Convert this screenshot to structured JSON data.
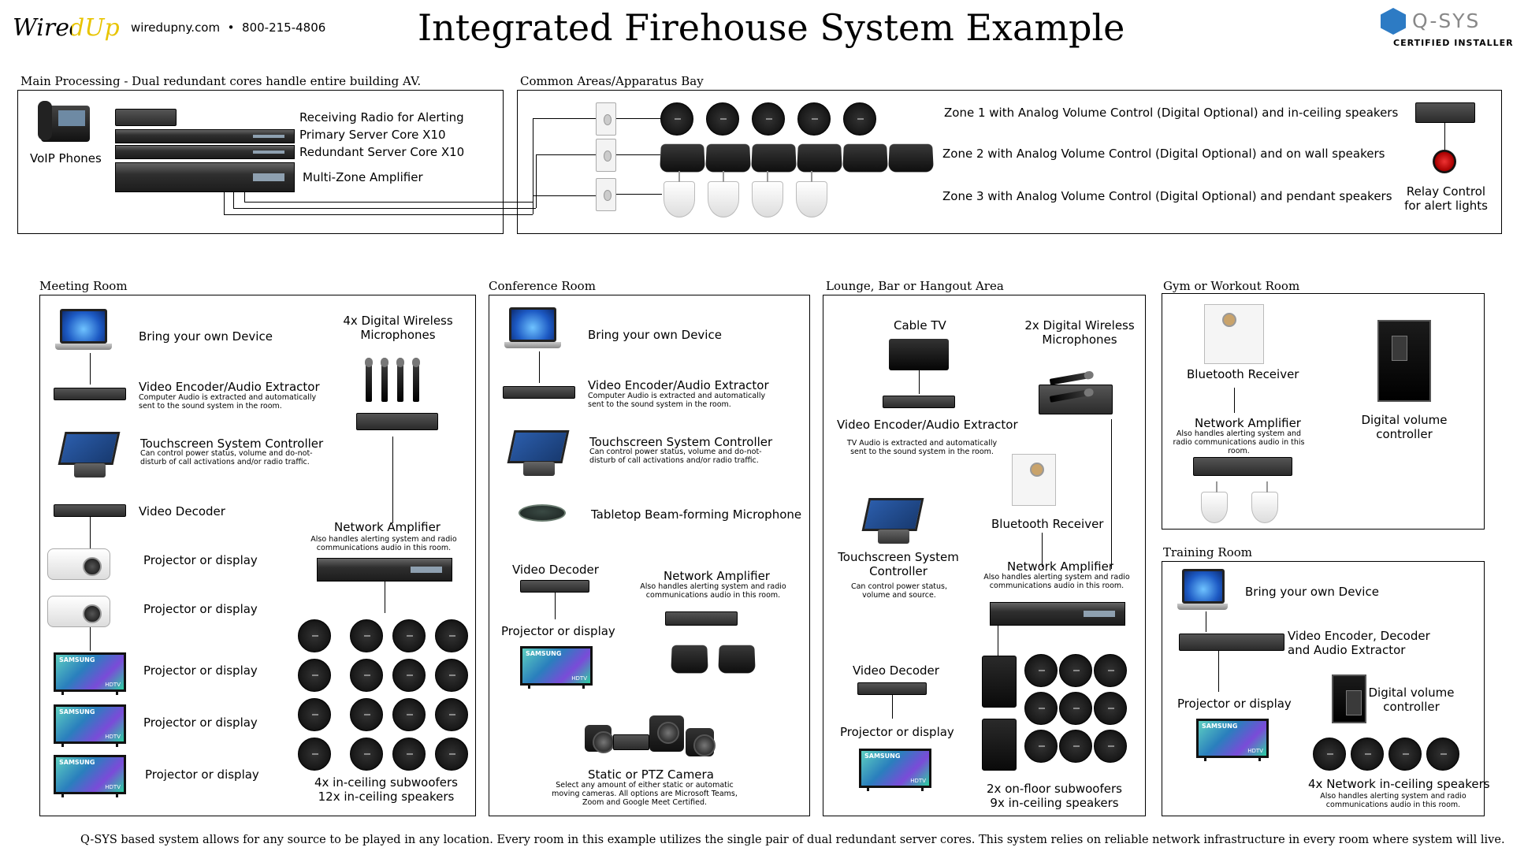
{
  "header": {
    "logo_text": "WiredUp",
    "contact": "wiredupny.com  •  800-215-4806",
    "title": "Integrated Firehouse System Example",
    "brand_text": "Q-SYS",
    "brand_sub": "CERTIFIED INSTALLER"
  },
  "main_processing": {
    "title": "Main Processing - Dual redundant cores handle entire building AV.",
    "voip": "VoIP Phones",
    "items": [
      "Receiving Radio for Alerting",
      "Primary Server Core X10",
      "Redundant Server Core X10",
      "Multi-Zone Amplifier"
    ]
  },
  "common": {
    "title": "Common Areas/Apparatus Bay",
    "zones": [
      "Zone 1 with Analog Volume Control (Digital Optional) and in-ceiling speakers",
      "Zone 2 with Analog Volume Control (Digital Optional) and on wall speakers",
      "Zone 3 with Analog Volume Control (Digital Optional) and pendant speakers"
    ],
    "relay": "Relay Control\nfor alert lights"
  },
  "meeting": {
    "title": "Meeting Room",
    "byod": "Bring your own Device",
    "encoder": "Video Encoder/Audio Extractor",
    "encoder_note": "Computer Audio is extracted and automatically sent to the sound system in the room.",
    "touch": "Touchscreen System Controller",
    "touch_note": "Can control power status, volume and do-not-disturb of call activations and/or radio traffic.",
    "decoder": "Video Decoder",
    "displays": [
      "Projector or display",
      "Projector or display",
      "Projector or display",
      "Projector or display",
      "Projector or display"
    ],
    "mics": "4x Digital Wireless\nMicrophones",
    "amp": "Network Amplifier",
    "amp_note": "Also handles alerting system and radio communications audio in this room.",
    "speakers": "4x in-ceiling subwoofers\n12x in-ceiling speakers"
  },
  "conference": {
    "title": "Conference Room",
    "byod": "Bring your own Device",
    "encoder": "Video Encoder/Audio Extractor",
    "encoder_note": "Computer Audio is extracted and automatically sent to the sound system in the room.",
    "touch": "Touchscreen System Controller",
    "touch_note": "Can control power status, volume and do-not-disturb of call activations and/or radio traffic.",
    "beam": "Tabletop Beam-forming Microphone",
    "decoder": "Video Decoder",
    "display": "Projector or display",
    "amp": "Network Amplifier",
    "amp_note": "Also handles alerting system and radio communications audio in this room.",
    "camera": "Static or PTZ Camera",
    "camera_note": "Select any amount of either static or automatic moving cameras. All options are Microsoft Teams, Zoom and Google Meet Certified."
  },
  "lounge": {
    "title": "Lounge, Bar or Hangout Area",
    "cable": "Cable TV",
    "mics": "2x Digital Wireless\nMicrophones",
    "encoder": "Video Encoder/Audio Extractor",
    "encoder_note": "TV Audio is extracted and automatically sent to the sound system in the room.",
    "bt": "Bluetooth Receiver",
    "touch": "Touchscreen System\nController",
    "touch_note": "Can control power status,\nvolume and source.",
    "amp": "Network Amplifier",
    "amp_note": "Also handles alerting system and radio communications audio in this room.",
    "decoder": "Video Decoder",
    "display": "Projector or display",
    "speakers": "2x on-floor subwoofers\n9x in-ceiling speakers"
  },
  "gym": {
    "title": "Gym or Workout Room",
    "bt": "Bluetooth Receiver",
    "amp": "Network Amplifier",
    "amp_note": "Also handles alerting system and radio communications audio in this room.",
    "dvc": "Digital volume\ncontroller"
  },
  "training": {
    "title": "Training Room",
    "byod": "Bring your own Device",
    "encdec": "Video Encoder, Decoder\nand Audio Extractor",
    "display": "Projector or display",
    "dvc": "Digital volume\ncontroller",
    "speakers": "4x Network in-ceiling speakers",
    "speakers_note": "Also handles alerting system and radio communications audio in this room."
  },
  "footer": "Q-SYS based system allows for any source to be played in any location. Every room in this example utilizes the  single pair of dual redundant server cores. This system relies on reliable network infrastructure in every room where system will live."
}
